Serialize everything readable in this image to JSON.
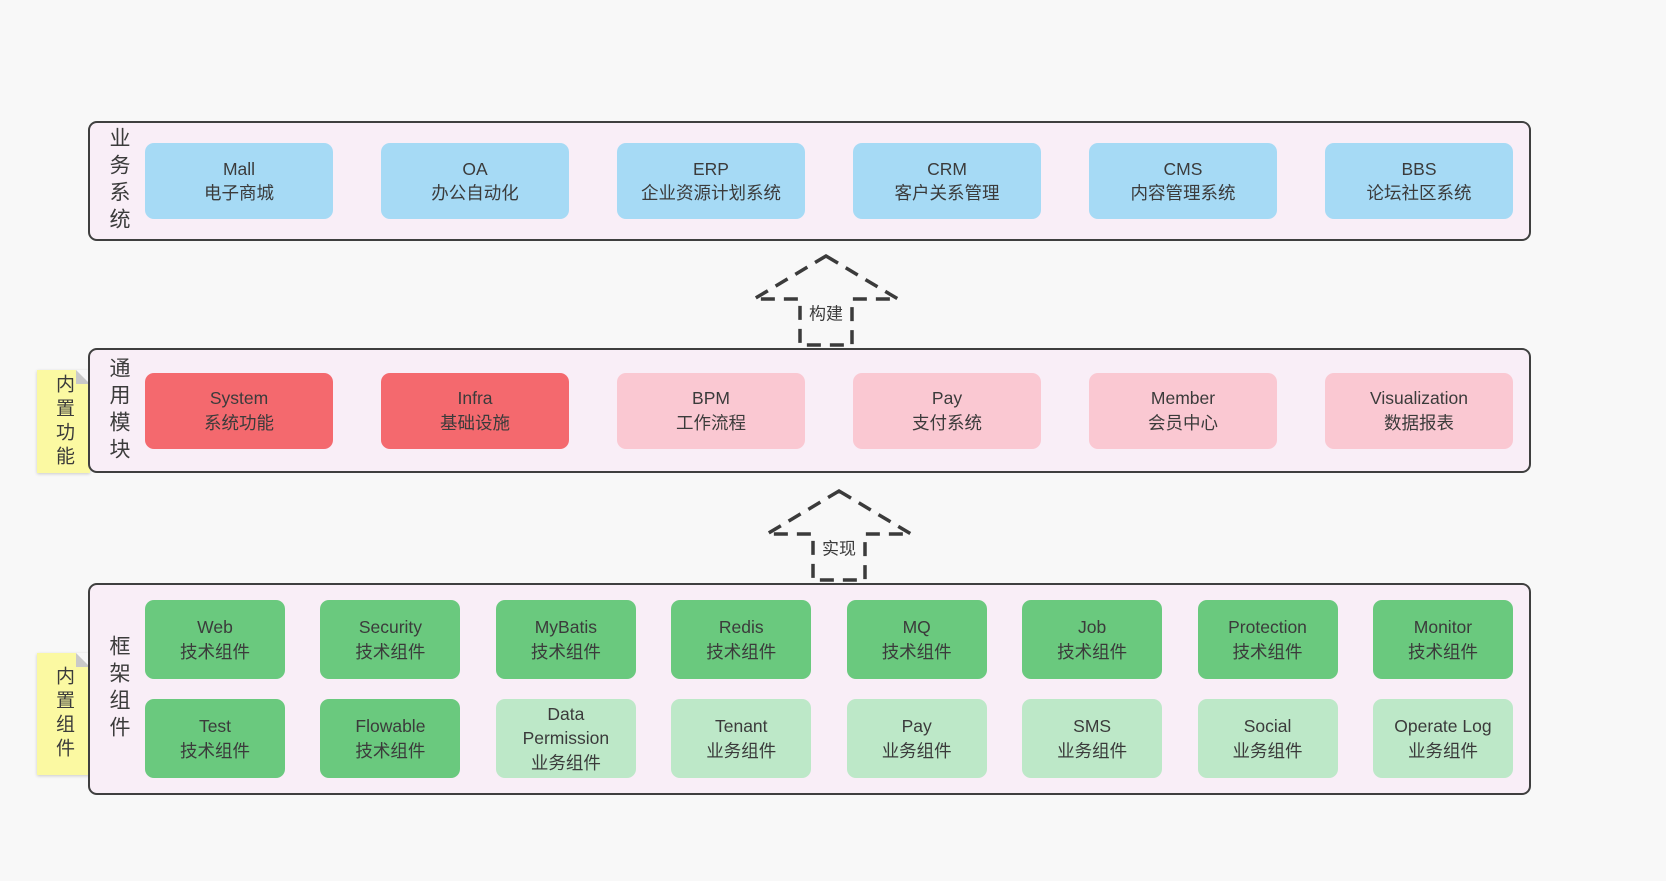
{
  "page": {
    "background": "#f8f8f8"
  },
  "colors": {
    "blue": "#a6daf5",
    "red": "#f4696e",
    "pink": "#fac8d2",
    "green": "#6ac97e",
    "lightgreen": "#bde8c8",
    "container_fill": "#f9eef7",
    "container_border": "#3f3f3f",
    "sticky_yellow": "#fbf9a2",
    "text": "#3b3b3b"
  },
  "arrows": [
    {
      "label": "构建"
    },
    {
      "label": "实现"
    }
  ],
  "layers": [
    {
      "label": "业务系统",
      "sticky": null,
      "rows": [
        [
          {
            "en": "Mall",
            "zh": "电子商城",
            "color": "blue"
          },
          {
            "en": "OA",
            "zh": "办公自动化",
            "color": "blue"
          },
          {
            "en": "ERP",
            "zh": "企业资源计划系统",
            "color": "blue"
          },
          {
            "en": "CRM",
            "zh": "客户关系管理",
            "color": "blue"
          },
          {
            "en": "CMS",
            "zh": "内容管理系统",
            "color": "blue"
          },
          {
            "en": "BBS",
            "zh": "论坛社区系统",
            "color": "blue"
          }
        ]
      ]
    },
    {
      "label": "通用模块",
      "sticky": "内置功能",
      "rows": [
        [
          {
            "en": "System",
            "zh": "系统功能",
            "color": "red"
          },
          {
            "en": "Infra",
            "zh": "基础设施",
            "color": "red"
          },
          {
            "en": "BPM",
            "zh": "工作流程",
            "color": "pink"
          },
          {
            "en": "Pay",
            "zh": "支付系统",
            "color": "pink"
          },
          {
            "en": "Member",
            "zh": "会员中心",
            "color": "pink"
          },
          {
            "en": "Visualization",
            "zh": "数据报表",
            "color": "pink"
          }
        ]
      ]
    },
    {
      "label": "框架组件",
      "sticky": "内置组件",
      "rows": [
        [
          {
            "en": "Web",
            "zh": "技术组件",
            "color": "green"
          },
          {
            "en": "Security",
            "zh": "技术组件",
            "color": "green"
          },
          {
            "en": "MyBatis",
            "zh": "技术组件",
            "color": "green"
          },
          {
            "en": "Redis",
            "zh": "技术组件",
            "color": "green"
          },
          {
            "en": "MQ",
            "zh": "技术组件",
            "color": "green"
          },
          {
            "en": "Job",
            "zh": "技术组件",
            "color": "green"
          },
          {
            "en": "Protection",
            "zh": "技术组件",
            "color": "green"
          },
          {
            "en": "Monitor",
            "zh": "技术组件",
            "color": "green"
          }
        ],
        [
          {
            "en": "Test",
            "zh": "技术组件",
            "color": "green"
          },
          {
            "en": "Flowable",
            "zh": "技术组件",
            "color": "green"
          },
          {
            "en": "Data Permission",
            "zh": "业务组件",
            "color": "lightgreen"
          },
          {
            "en": "Tenant",
            "zh": "业务组件",
            "color": "lightgreen"
          },
          {
            "en": "Pay",
            "zh": "业务组件",
            "color": "lightgreen"
          },
          {
            "en": "SMS",
            "zh": "业务组件",
            "color": "lightgreen"
          },
          {
            "en": "Social",
            "zh": "业务组件",
            "color": "lightgreen"
          },
          {
            "en": "Operate Log",
            "zh": "业务组件",
            "color": "lightgreen"
          }
        ]
      ]
    }
  ]
}
